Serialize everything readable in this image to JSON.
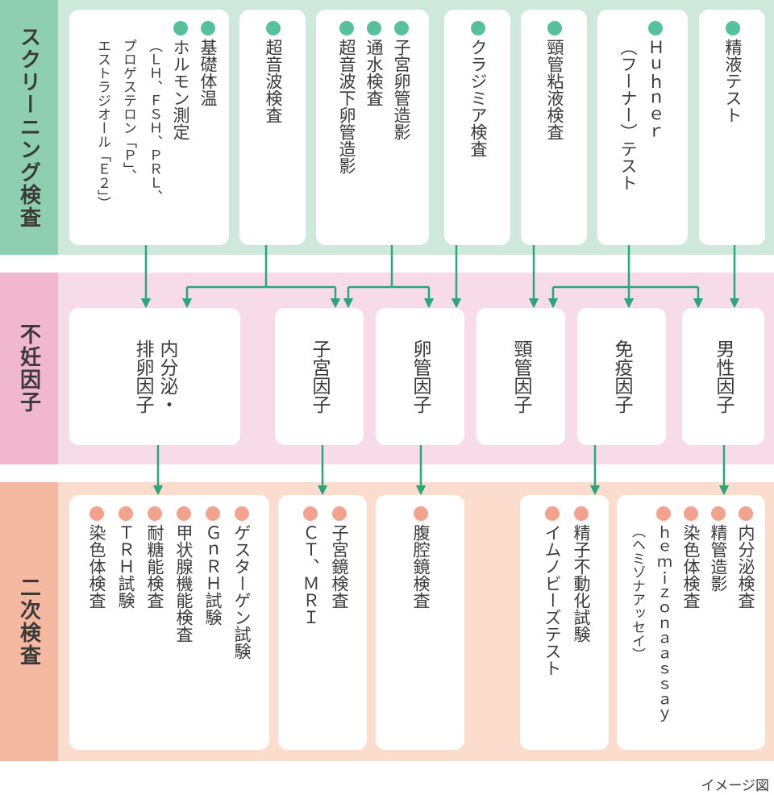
{
  "colors": {
    "screening_bg": "#cfe8dc",
    "screening_label_bg": "#8ecfb1",
    "factor_bg": "#f8dbe8",
    "factor_label_bg": "#f0b7cf",
    "secondary_bg": "#fbdccd",
    "secondary_label_bg": "#f5b8a0",
    "arrow": "#2aa57c",
    "dot_green": "#57c09d",
    "dot_pink": "#f2a28f"
  },
  "sections": {
    "screening": "スクリーニング検査",
    "factors": "不妊因子",
    "secondary": "二次検査"
  },
  "screening_tests": [
    {
      "items": [
        {
          "text": "基礎体温",
          "dot": true
        },
        {
          "text": "ホルモン測定",
          "dot": true
        },
        {
          "text": "（ＬＨ、ＦＳＨ、ＰＲＬ、",
          "dot": false,
          "small": true
        },
        {
          "text": "プロゲステロン「Ｐ」、",
          "dot": false,
          "small": true
        },
        {
          "text": "エストラジオール「Ｅ２」）",
          "dot": false,
          "small": true
        }
      ]
    },
    {
      "items": [
        {
          "text": "超音波検査",
          "dot": true
        }
      ]
    },
    {
      "items": [
        {
          "text": "子宮卵管造影",
          "dot": true
        },
        {
          "text": "通水検査",
          "dot": true
        },
        {
          "text": "超音波下卵管造影",
          "dot": true
        }
      ]
    },
    {
      "items": [
        {
          "text": "クラジミア検査",
          "dot": true
        }
      ]
    },
    {
      "items": [
        {
          "text": "頸管粘液検査",
          "dot": true
        }
      ]
    },
    {
      "items": [
        {
          "text": "Ｈｕｈｎｅｒ",
          "dot": true
        },
        {
          "text": "（フーナー）テスト",
          "dot": false
        }
      ]
    },
    {
      "items": [
        {
          "text": "精液テスト",
          "dot": true
        }
      ]
    }
  ],
  "factors": [
    {
      "lines": [
        "内分泌・",
        "排卵因子"
      ]
    },
    {
      "lines": [
        "子宮因子"
      ]
    },
    {
      "lines": [
        "卵管因子"
      ]
    },
    {
      "lines": [
        "頸管因子"
      ]
    },
    {
      "lines": [
        "免疫因子"
      ]
    },
    {
      "lines": [
        "男性因子"
      ]
    }
  ],
  "secondary_tests": [
    {
      "items": [
        {
          "text": "ゲスターゲン試験",
          "dot": true
        },
        {
          "text": "ＧｎＲＨ試験",
          "dot": true
        },
        {
          "text": "甲状腺機能検査",
          "dot": true
        },
        {
          "text": "耐糖能検査",
          "dot": true
        },
        {
          "text": "ＴＲＨ試験",
          "dot": true
        },
        {
          "text": "染色体検査",
          "dot": true
        }
      ]
    },
    {
      "items": [
        {
          "text": "子宮鏡検査",
          "dot": true
        },
        {
          "text": "ＣＴ、ＭＲＩ",
          "dot": true
        }
      ]
    },
    {
      "items": [
        {
          "text": "腹腔鏡検査",
          "dot": true
        }
      ]
    },
    {
      "items": [
        {
          "text": "精子不動化試験",
          "dot": true
        },
        {
          "text": "イムノビーズテスト",
          "dot": true
        }
      ]
    },
    {
      "items": [
        {
          "text": "内分泌検査",
          "dot": true
        },
        {
          "text": "精管造影",
          "dot": true
        },
        {
          "text": "染色体検査",
          "dot": true
        },
        {
          "text": "ｈｅｍｉｚｏｎａａｓｓａｙ",
          "dot": true
        },
        {
          "text": "（ヘミゾナアッセイ）",
          "dot": false,
          "small": true
        }
      ]
    }
  ],
  "caption": "イメージ図"
}
